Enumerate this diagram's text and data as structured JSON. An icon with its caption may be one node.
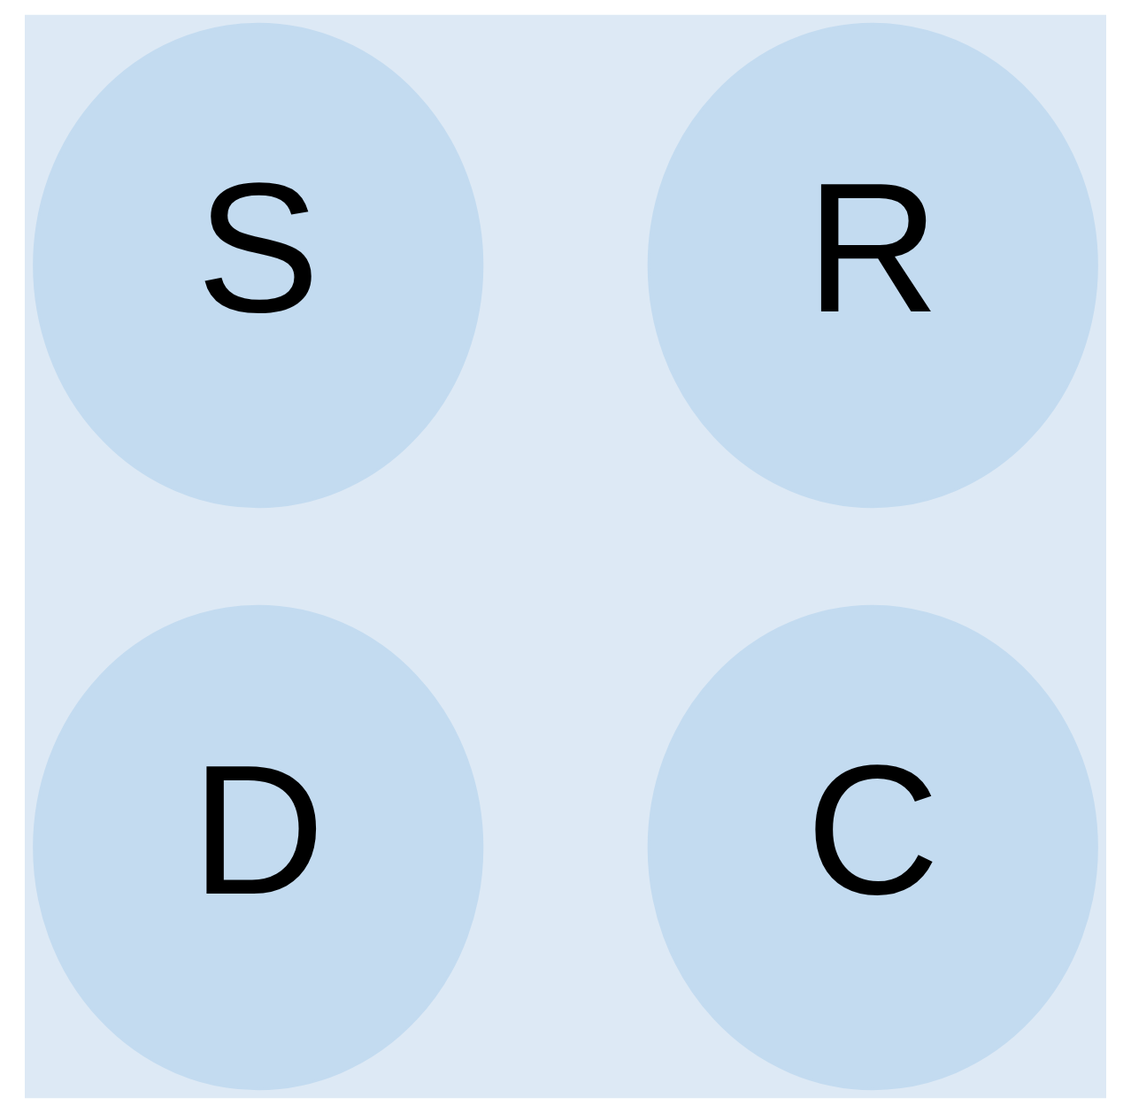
{
  "diagram": {
    "nodes": [
      {
        "text": [
          "S"
        ]
      },
      {
        "text": [
          "R"
        ]
      },
      {
        "text": [
          "D"
        ]
      },
      {
        "text": [
          "C"
        ]
      }
    ]
  }
}
